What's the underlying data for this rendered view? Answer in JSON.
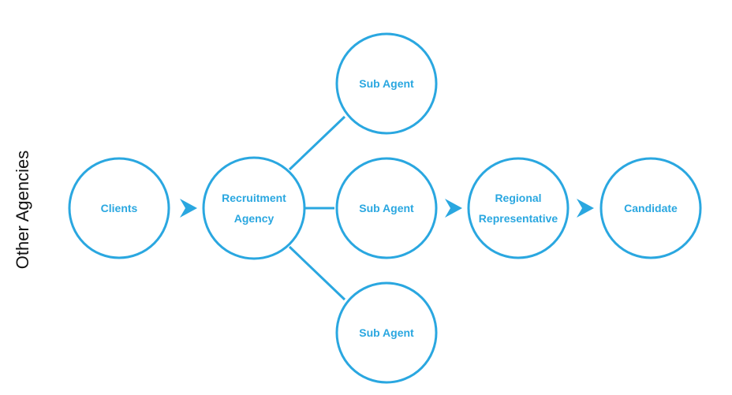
{
  "side_title": "Other Agencies",
  "colors": {
    "accent": "#2AA7E0",
    "side_title": "#111111",
    "background": "#FFFFFF"
  },
  "nodes": {
    "clients": [
      "Clients"
    ],
    "recruitment_agency": [
      "Recruitment",
      "Agency"
    ],
    "sub_agent_top": [
      "Sub Agent"
    ],
    "sub_agent_middle": [
      "Sub Agent"
    ],
    "sub_agent_bottom": [
      "Sub Agent"
    ],
    "regional_representative": [
      "Regional",
      "Representative"
    ],
    "candidate": [
      "Candidate"
    ]
  },
  "arrow_icon": "chevron-right-icon"
}
